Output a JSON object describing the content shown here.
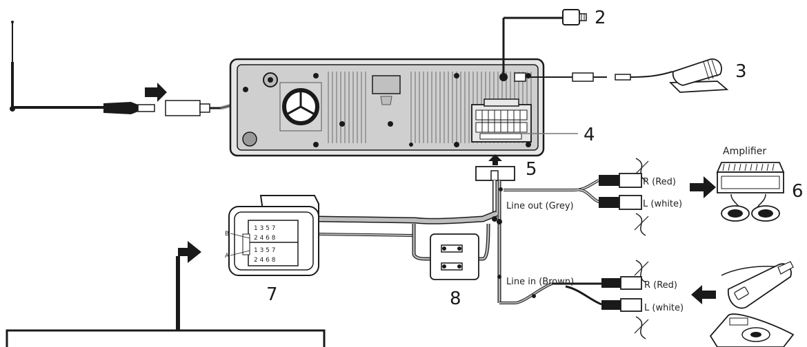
{
  "callouts": {
    "n2": "2",
    "n3": "3",
    "n4": "4",
    "n5": "5",
    "n6": "6",
    "n7": "7",
    "n8": "8"
  },
  "labels": {
    "amplifier": "Amplifier",
    "line_out": "Line out (Grey)",
    "line_in": "Line in (Brown)",
    "out_r": "R (Red)",
    "out_l": "L (white)",
    "in_r": "R (Red)",
    "in_l": "L (white)"
  },
  "iso_connector": {
    "row_b_label": "B",
    "row_a_label": "A",
    "b_top": "1 3 5 7",
    "b_bot": "2 4 6 8",
    "a_top": "1 3 5 7",
    "a_bot": "2 4 6 8"
  },
  "colors": {
    "line": "#1a1a1a",
    "panel": "#d9d9d9",
    "panel_inner": "#c8c8c8",
    "cable": "#888888"
  }
}
